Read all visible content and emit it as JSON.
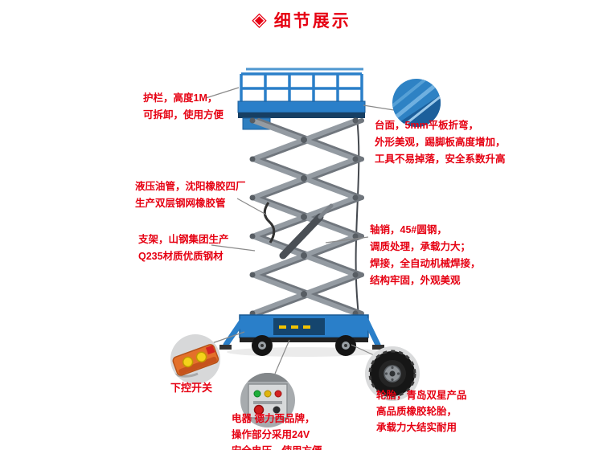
{
  "title": {
    "icon_glyph": "◈",
    "text": "细节展示"
  },
  "annotations": {
    "guardrail": [
      "护栏，高度1M，",
      "可拆卸，使用方便"
    ],
    "platform": [
      "台面，5mm平板折弯，",
      "外形美观，踢脚板高度增加，",
      "工具不易掉落，安全系数升高"
    ],
    "hose": [
      "液压油管，沈阳橡胶四厂",
      "生产双层钢网橡胶管"
    ],
    "frame": [
      "支架，山钢集团生产",
      "Q235材质优质钢材"
    ],
    "pin": [
      "轴销，45#圆钢，",
      "调质处理，承载力大；",
      "焊接，全自动机械焊接，",
      "结构牢固，外观美观"
    ],
    "remote": [
      "下控开关"
    ],
    "electric": [
      "电器 德力西品牌，",
      "操作部分采用24V",
      "安全电压，使用方便"
    ],
    "tire": [
      "轮胎，青岛双星产品",
      "高品质橡胶轮胎，",
      "承载力大结实耐用"
    ]
  },
  "colors": {
    "accent_red": "#e60012",
    "lift_blue": "#2a7fc9",
    "lift_blue_dark": "#1c5f9b",
    "scissor_gray": "#8d949b",
    "callout_line": "#8a8a8a"
  },
  "icons": {
    "diamond-icon": "◈"
  }
}
